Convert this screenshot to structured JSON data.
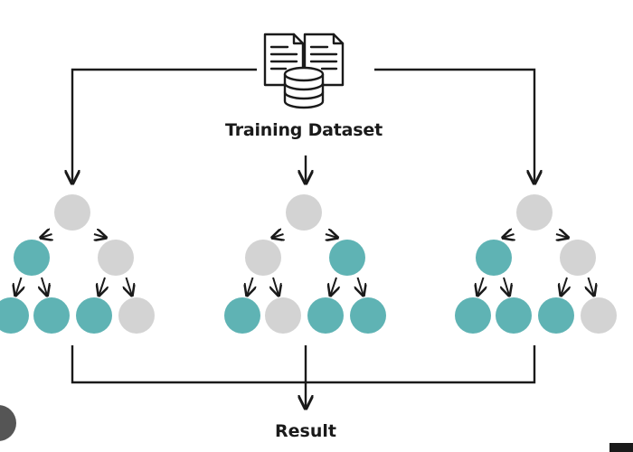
{
  "labels": {
    "dataset": "Training Dataset",
    "result": "Result"
  },
  "colors": {
    "teal": "#5FB3B4",
    "gray": "#D3D3D3",
    "line": "#1A1A1A"
  },
  "trees": [
    {
      "name": "left-tree",
      "nodes": [
        "gray",
        "teal",
        "gray",
        "teal",
        "teal",
        "teal",
        "gray"
      ]
    },
    {
      "name": "center-tree",
      "nodes": [
        "gray",
        "gray",
        "teal",
        "teal",
        "gray",
        "teal",
        "teal"
      ]
    },
    {
      "name": "right-tree",
      "nodes": [
        "gray",
        "teal",
        "gray",
        "teal",
        "teal",
        "teal",
        "gray"
      ]
    }
  ]
}
